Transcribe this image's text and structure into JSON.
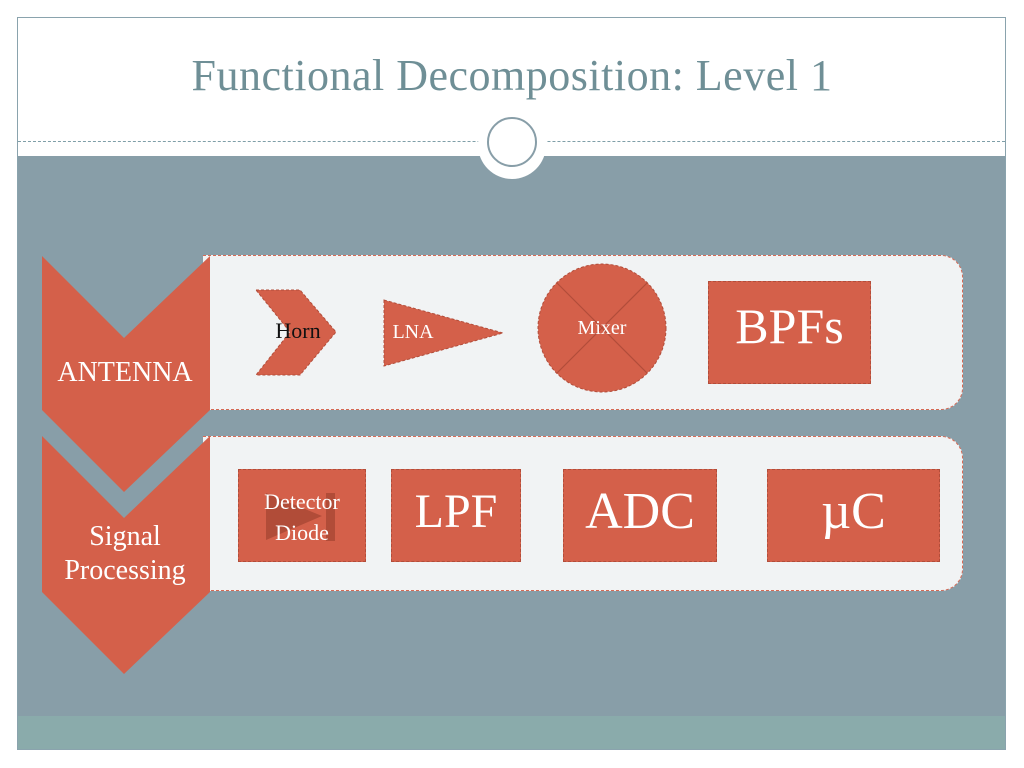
{
  "slide": {
    "title": "Functional Decomposition: Level 1"
  },
  "diagram": {
    "stages": [
      {
        "label": "ANTENNA",
        "components": [
          "Horn",
          "LNA",
          "Mixer",
          "BPFs"
        ]
      },
      {
        "label_line1": "Signal",
        "label_line2": "Processing",
        "components": [
          "Detector Diode",
          "LPF",
          "ADC",
          "µC"
        ]
      }
    ],
    "detector_line1": "Detector",
    "detector_line2": "Diode"
  },
  "colors": {
    "accent": "#d4604a",
    "band": "#889ea8",
    "title": "#6f8f96",
    "footer": "#8aabab",
    "lane": "#f1f3f4"
  }
}
